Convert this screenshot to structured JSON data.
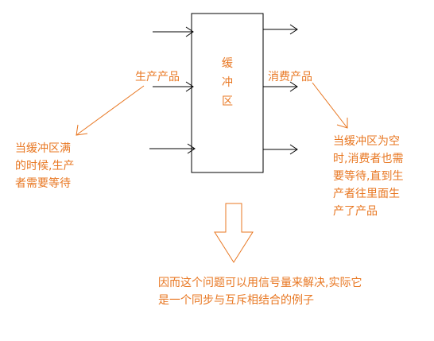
{
  "buffer": {
    "title_lines": [
      "缓",
      "冲",
      "区"
    ]
  },
  "produce_label": "生产产品",
  "consume_label": "消费产品",
  "producer_note": {
    "lines": [
      "当缓冲区满",
      "的时候,生产",
      "者需要等待"
    ]
  },
  "consumer_note": {
    "lines": [
      "当缓冲区为空",
      "时,消费者也需",
      "要等待,直到生",
      "产者往里面生",
      "产了产品"
    ]
  },
  "conclusion": {
    "lines": [
      "因而这个问题可以用信号量来解决,实际它",
      "是一个同步与互斥相结合的例子"
    ]
  },
  "colors": {
    "accent": "#e87722",
    "line": "#000000",
    "background": "#ffffff"
  }
}
